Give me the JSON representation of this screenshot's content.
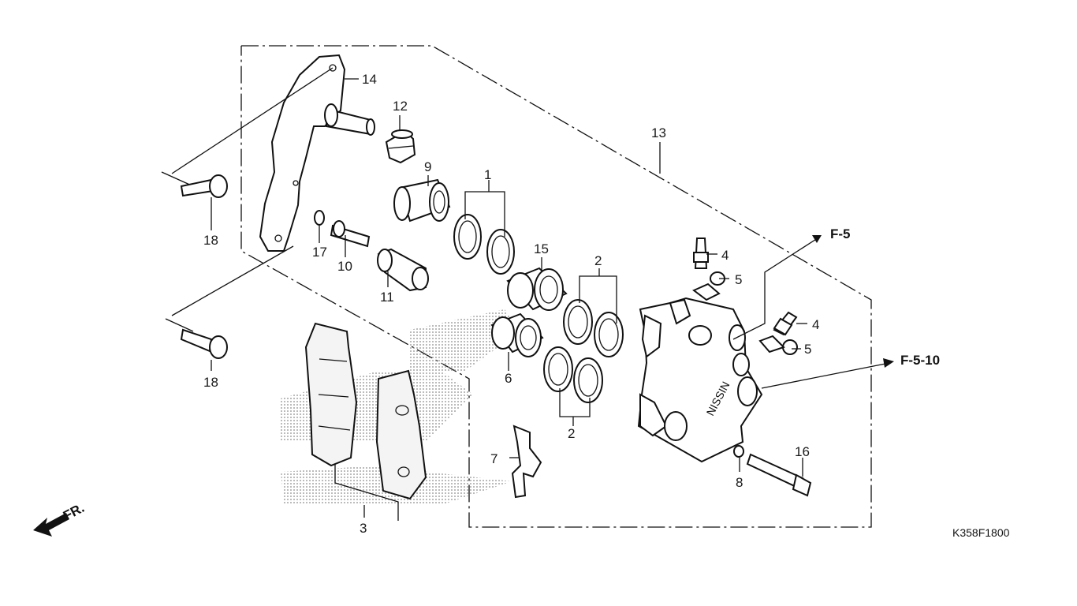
{
  "diagram": {
    "part_labels": [
      "1",
      "2",
      "2",
      "3",
      "4",
      "4",
      "5",
      "5",
      "6",
      "7",
      "8",
      "9",
      "10",
      "11",
      "12",
      "13",
      "14",
      "15",
      "16",
      "17",
      "18",
      "18"
    ],
    "reference_labels": [
      "F-5",
      "F-5-10"
    ],
    "front_indicator": "FR.",
    "diagram_code": "K358F1800",
    "caliper_marking": "NISSIN"
  },
  "colors": {
    "line": "#111111",
    "background": "#ffffff",
    "shade": "#9a9a9a"
  }
}
